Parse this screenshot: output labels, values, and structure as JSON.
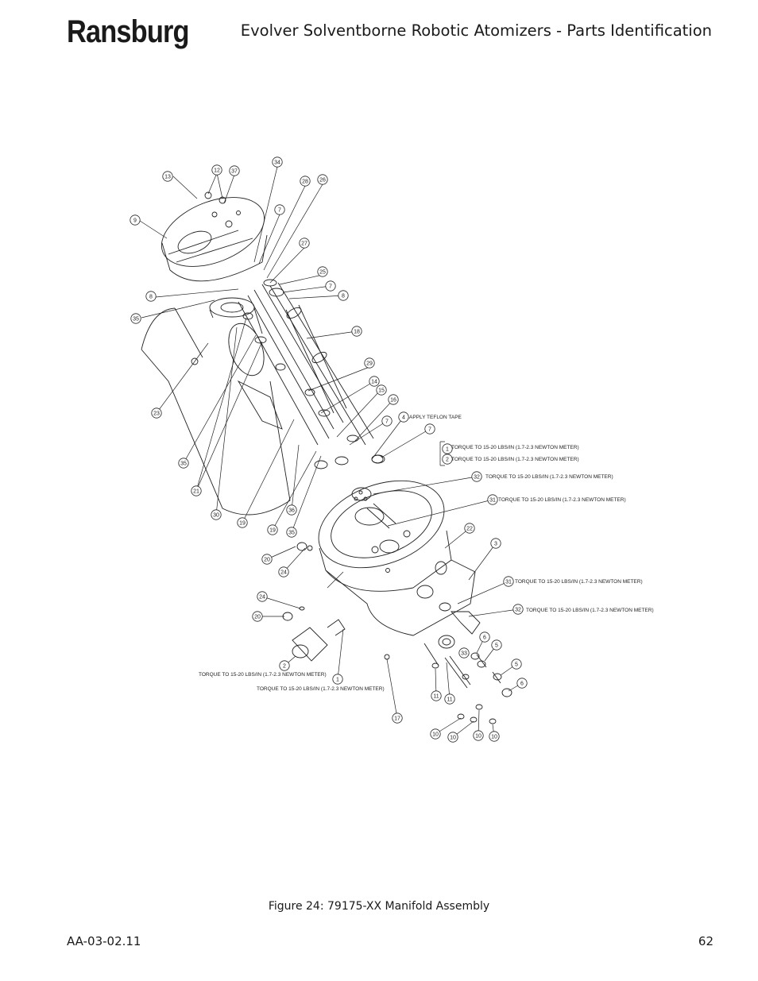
{
  "header": {
    "logo_text": "Ransburg",
    "title": "Evolver Solventborne Robotic Atomizers - Parts Identification"
  },
  "figure": {
    "caption": "Figure 24:  79175-XX Manifold Assembly",
    "balloons": [
      {
        "label": "13"
      },
      {
        "label": "12"
      },
      {
        "label": "37"
      },
      {
        "label": "34"
      },
      {
        "label": "28"
      },
      {
        "label": "26"
      },
      {
        "label": "9"
      },
      {
        "label": "7"
      },
      {
        "label": "27"
      },
      {
        "label": "25"
      },
      {
        "label": "7"
      },
      {
        "label": "8"
      },
      {
        "label": "8"
      },
      {
        "label": "35"
      },
      {
        "label": "18"
      },
      {
        "label": "29"
      },
      {
        "label": "14"
      },
      {
        "label": "15"
      },
      {
        "label": "16"
      },
      {
        "label": "23"
      },
      {
        "label": "7"
      },
      {
        "label": "4"
      },
      {
        "label": "7"
      },
      {
        "label": "1"
      },
      {
        "label": "2"
      },
      {
        "label": "32"
      },
      {
        "label": "31"
      },
      {
        "label": "35"
      },
      {
        "label": "21"
      },
      {
        "label": "30"
      },
      {
        "label": "36"
      },
      {
        "label": "19"
      },
      {
        "label": "19"
      },
      {
        "label": "35"
      },
      {
        "label": "22"
      },
      {
        "label": "3"
      },
      {
        "label": "20"
      },
      {
        "label": "24"
      },
      {
        "label": "31"
      },
      {
        "label": "24"
      },
      {
        "label": "32"
      },
      {
        "label": "20"
      },
      {
        "label": "6"
      },
      {
        "label": "5"
      },
      {
        "label": "33"
      },
      {
        "label": "5"
      },
      {
        "label": "2"
      },
      {
        "label": "1"
      },
      {
        "label": "6"
      },
      {
        "label": "11"
      },
      {
        "label": "11"
      },
      {
        "label": "17"
      },
      {
        "label": "10"
      },
      {
        "label": "10"
      },
      {
        "label": "10"
      },
      {
        "label": "10"
      }
    ],
    "notes": [
      "APPLY TEFLON TAPE",
      "TORQUE TO 15-20 LBS/IN (1.7-2.3 NEWTON METER)",
      "TORQUE TO 15-20 LBS/IN (1.7-2.3 NEWTON METER)",
      "TORQUE TO 15-20 LBS/IN (1.7-2.3 NEWTON METER)",
      "TORQUE TO 15-20 LBS/IN (1.7-2.3 NEWTON METER)",
      "TORQUE TO 15-20 LBS/IN (1.7-2.3 NEWTON METER)",
      "TORQUE TO 15-20 LBS/IN (1.7-2.3 NEWTON METER)",
      "TORQUE TO 15-20 LBS/IN (1.7-2.3 NEWTON METER)",
      "TORQUE TO 15-20 LBS/IN (1.7-2.3 NEWTON METER)"
    ]
  },
  "footer": {
    "doc_number": "AA-03-02.11",
    "page_number": "62"
  }
}
